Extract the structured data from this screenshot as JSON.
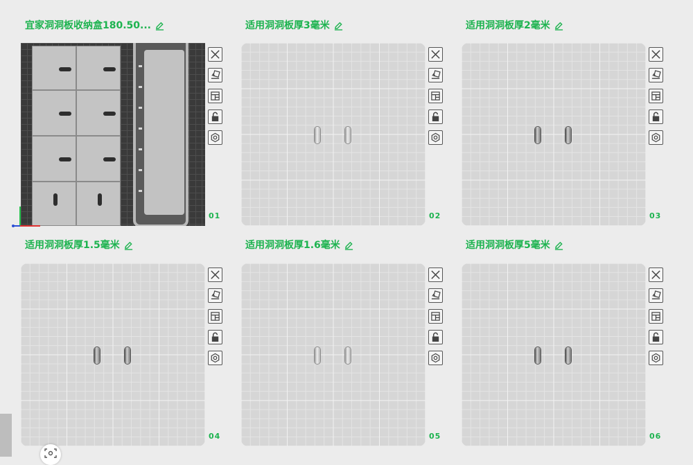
{
  "plates": [
    {
      "title": "宜家洞洞板收纳盒180.50...",
      "index": "01"
    },
    {
      "title": "适用洞洞板厚3毫米",
      "index": "02"
    },
    {
      "title": "适用洞洞板厚2毫米",
      "index": "03"
    },
    {
      "title": "适用洞洞板厚1.5毫米",
      "index": "04"
    },
    {
      "title": "适用洞洞板厚1.6毫米",
      "index": "05"
    },
    {
      "title": "适用洞洞板厚5毫米",
      "index": "06"
    }
  ],
  "toolbar_icons": [
    "close-icon",
    "auto-orient-icon",
    "arrange-icon",
    "lock-icon",
    "settings-icon"
  ],
  "colors": {
    "accent": "#1db34f",
    "plate": "#d6d6d6",
    "selected_plate": "#3a3a3a",
    "background": "#ececec"
  }
}
